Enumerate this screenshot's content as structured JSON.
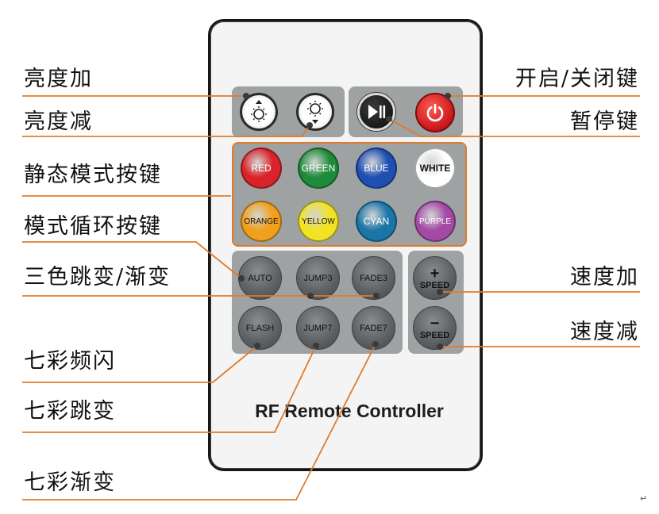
{
  "labels_left": [
    "亮度加",
    "亮度减",
    "静态模式按键",
    "模式循环按键",
    "三色跳变/渐变",
    "七彩频闪",
    "七彩跳变",
    "七彩渐变"
  ],
  "labels_right": [
    "开启/关闭键",
    "暂停键",
    "速度加",
    "速度减"
  ],
  "remote": {
    "title": "RF Remote Controller",
    "top_buttons": {
      "brightness_up": "sun-up-icon",
      "brightness_down": "sun-down-icon",
      "play_pause": "play-pause-icon",
      "power": "power-icon"
    },
    "color_buttons": [
      {
        "label": "RED",
        "color": "#d8232a",
        "text_color": "#ffffff"
      },
      {
        "label": "GREEN",
        "color": "#1e8b3a",
        "text_color": "#ffffff"
      },
      {
        "label": "BLUE",
        "color": "#1f4fb3",
        "text_color": "#ffffff"
      },
      {
        "label": "WHITE",
        "color": "#ffffff",
        "text_color": "#111111"
      },
      {
        "label": "ORANGE",
        "color": "#f0a01c",
        "text_color": "#111111"
      },
      {
        "label": "YELLOW",
        "color": "#f1e324",
        "text_color": "#111111"
      },
      {
        "label": "CYAN",
        "color": "#1b76a8",
        "text_color": "#ffffff"
      },
      {
        "label": "PURPLE",
        "color": "#a44aa6",
        "text_color": "#ffffff"
      }
    ],
    "mode_buttons": [
      "AUTO",
      "JUMP3",
      "FADE3",
      "FLASH",
      "JUMP7",
      "FADE7"
    ],
    "speed_up": {
      "symbol": "+",
      "label": "SPEED"
    },
    "speed_down": {
      "symbol": "−",
      "label": "SPEED"
    }
  },
  "colors": {
    "leader_line": "#e07b2a",
    "dot": "#3a3a3a",
    "panel": "#9fa2a3"
  },
  "enter_mark": "↵"
}
